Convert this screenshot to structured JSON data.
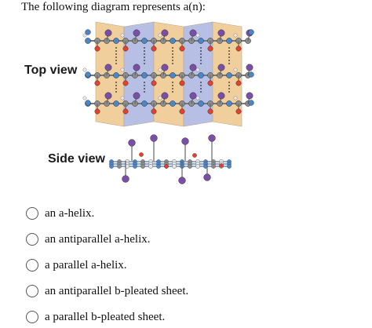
{
  "question": {
    "text": "The following diagram represents a(n):"
  },
  "figure": {
    "top_view_label": "Top view",
    "side_view_label": "Side view",
    "colors": {
      "panel_peach": "#f0cf9c",
      "panel_blue": "#b8bfe4",
      "carbon": "#8c8c8c",
      "nitrogen": "#4a86c8",
      "oxygen": "#e8402c",
      "hydrogen": "#e8e8e8",
      "side_chain": "#7b4fa6",
      "hbond": "#2a2a2a"
    }
  },
  "options": [
    {
      "label": "an a-helix."
    },
    {
      "label": "an antiparallel  a-helix."
    },
    {
      "label": "a parallel a-helix."
    },
    {
      "label": "an antiparallel b-pleated sheet."
    },
    {
      "label": "a parallel b-pleated sheet."
    }
  ]
}
